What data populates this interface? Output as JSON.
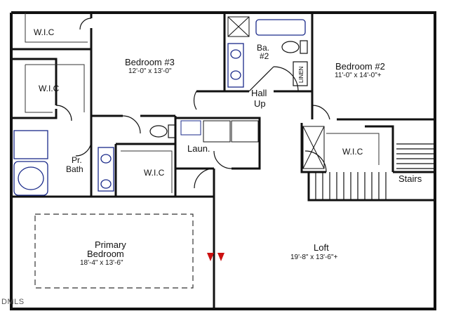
{
  "rooms": {
    "wic_top_left": {
      "label": "W.I.C"
    },
    "wic_left_mid": {
      "label": "W.I.C"
    },
    "bedroom3": {
      "label": "Bedroom #3",
      "dims": "12'-0\" x 13'-0\""
    },
    "bath2": {
      "label_line1": "Ba.",
      "label_line2": "#2"
    },
    "linen": {
      "label": "LINEN"
    },
    "bedroom2": {
      "label": "Bedroom #2",
      "dims": "11'-0\" x 14'-0\"+"
    },
    "hall": {
      "label_line1": "Hall",
      "label_line2": "Up"
    },
    "laundry": {
      "label": "Laun."
    },
    "wic_right": {
      "label": "W.I.C"
    },
    "pr_bath": {
      "label_line1": "Pr.",
      "label_line2": "Bath"
    },
    "wic_center": {
      "label": "W.I.C"
    },
    "stairs": {
      "label": "Stairs"
    },
    "primary_bedroom": {
      "label_line1": "Primary",
      "label_line2": "Bedroom",
      "dims": "18'-4\" x 13'-6\""
    },
    "loft": {
      "label": "Loft",
      "dims": "19'-8\" x 13'-6\"+"
    }
  },
  "watermark": "DMLS",
  "colors": {
    "wall": "#111111",
    "fixture": "#1a2a8a",
    "marker": "#cc1111"
  }
}
